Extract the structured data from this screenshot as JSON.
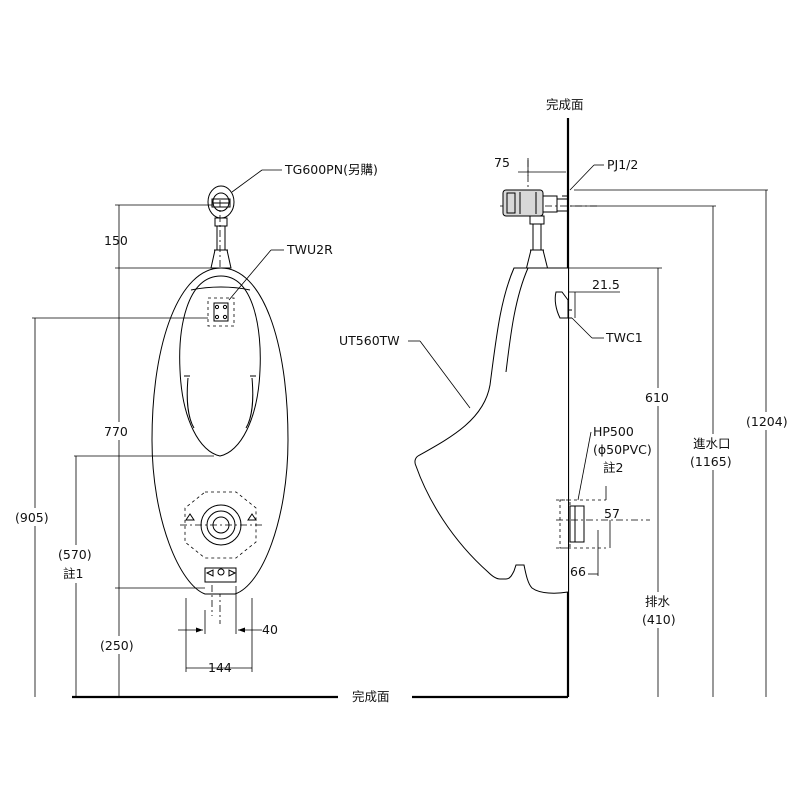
{
  "floor_label": "完成面",
  "wall_label": "完成面",
  "parts": {
    "flush_valve": "TG600PN(另購)",
    "spreader": "TWU2R",
    "urinal": "UT560TW",
    "valve_pipe": "PJ1/2",
    "hanger": "TWC1",
    "drain_model": "HP500",
    "drain_spec": "(ϕ50PVC)",
    "drain_note": "註2"
  },
  "front_dims": {
    "d150": "150",
    "d770": "770",
    "d905": "(905)",
    "d570": "(570)",
    "note1": "註1",
    "d250": "(250)",
    "d40": "40",
    "d144": "144"
  },
  "side_dims": {
    "d75": "75",
    "d21_5": "21.5",
    "d610": "610",
    "d57": "57",
    "d66": "66",
    "drain_label": "排水",
    "drain_height": "(410)",
    "inlet_label": "進水口",
    "inlet_height": "(1165)",
    "total_height": "(1204)"
  }
}
